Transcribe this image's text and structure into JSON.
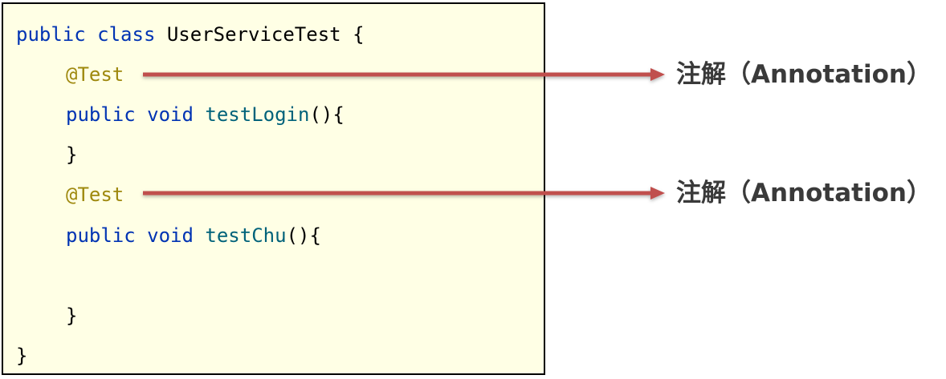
{
  "code": {
    "line1": {
      "kw_public": "public",
      "kw_class": "class",
      "name": "UserServiceTest",
      "brace": "{"
    },
    "line2": {
      "annotation": "@Test"
    },
    "line3": {
      "kw_public": "public",
      "kw_void": "void",
      "method": "testLogin",
      "rest": "(){"
    },
    "line4": {
      "brace": "}"
    },
    "line5": {
      "annotation": "@Test"
    },
    "line6": {
      "kw_public": "public",
      "kw_void": "void",
      "method": "testChu",
      "rest": "(){"
    },
    "line8": {
      "brace": "}"
    },
    "line9": {
      "brace": "}"
    }
  },
  "callouts": [
    {
      "label": "注解（Annotation）"
    },
    {
      "label": "注解（Annotation）"
    }
  ],
  "colors": {
    "keyword": "#0033b3",
    "annotation": "#9e880d",
    "method": "#00627a",
    "arrow": "#c0504d",
    "box_background": "#ffffe5"
  }
}
